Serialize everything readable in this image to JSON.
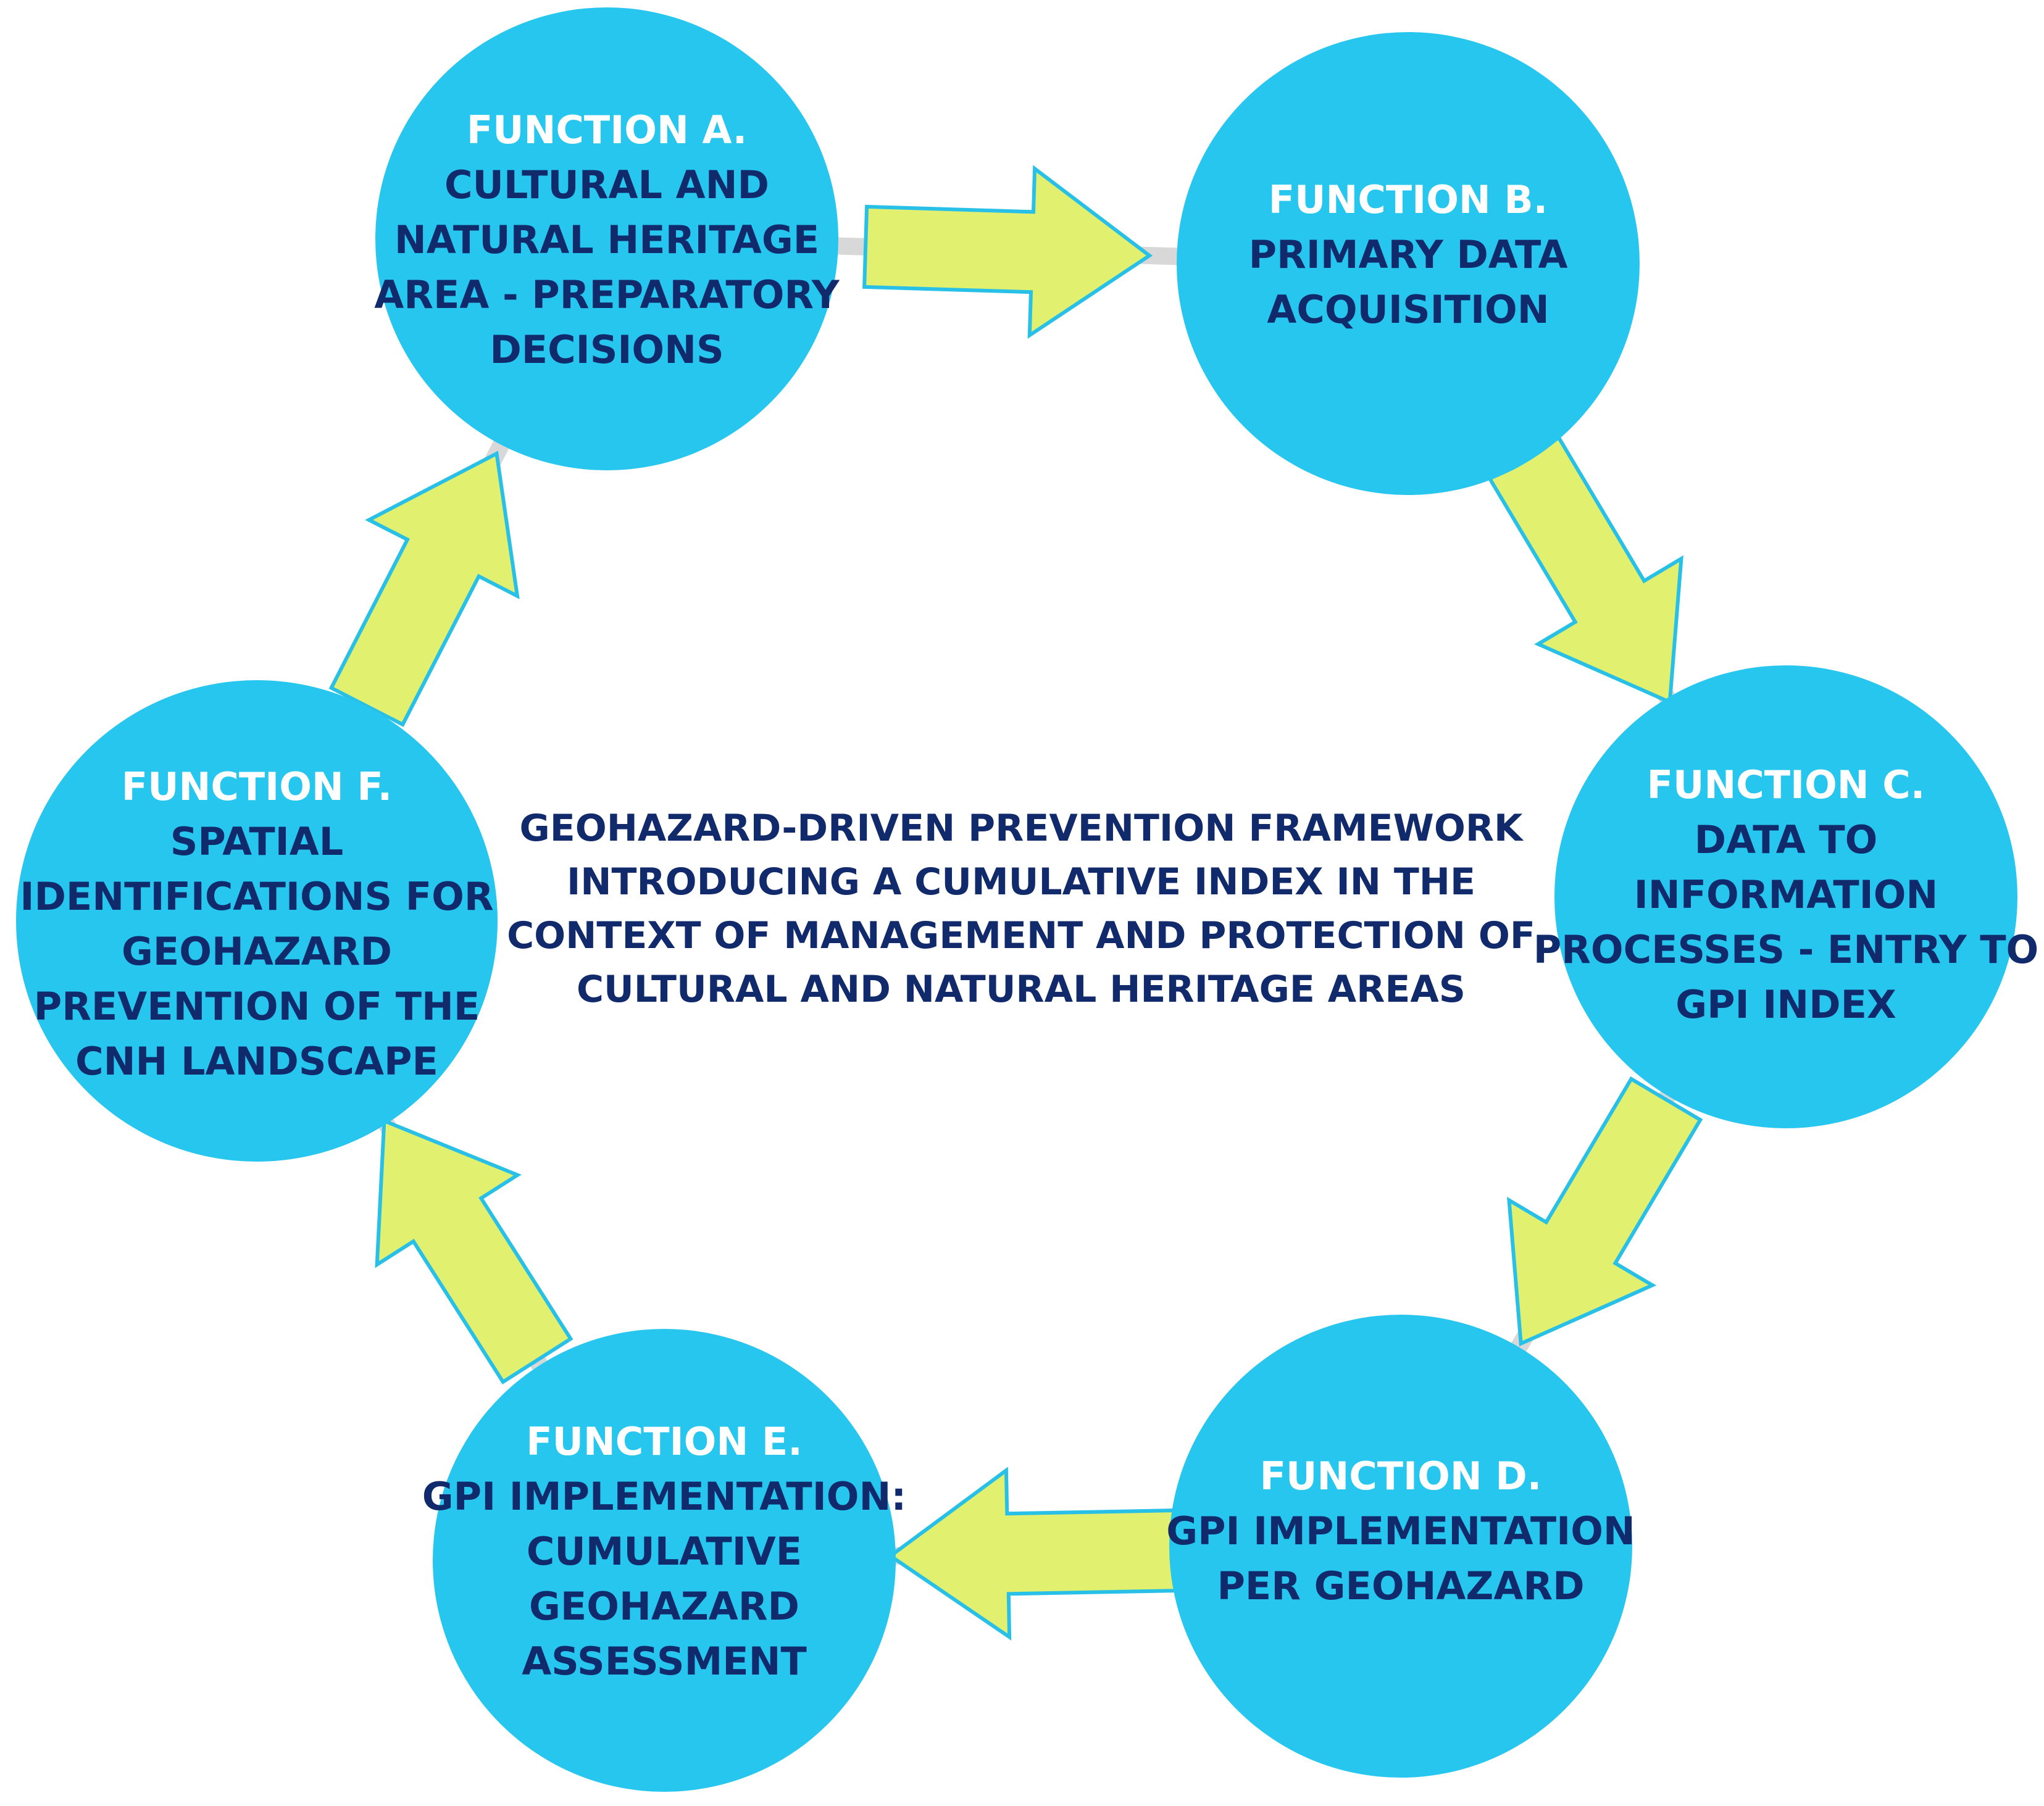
{
  "center": {
    "lines": [
      "GEOHAZARD-DRIVEN PREVENTION FRAMEWORK",
      "INTRODUCING A CUMULATIVE INDEX IN THE",
      "CONTEXT OF MANAGEMENT AND PROTECTION OF",
      "CULTURAL AND NATURAL HERITAGE AREAS"
    ]
  },
  "functions": [
    {
      "id": "a",
      "title": "FUNCTION A.",
      "lines": [
        "CULTURAL AND",
        "NATURAL HERITAGE",
        "AREA - PREPARATORY",
        "DECISIONS"
      ]
    },
    {
      "id": "b",
      "title": "FUNCTION B.",
      "lines": [
        "PRIMARY DATA",
        "ACQUISITION"
      ]
    },
    {
      "id": "c",
      "title": "FUNCTION C.",
      "lines": [
        "DATA TO",
        "INFORMATION",
        "PROCESSES - ENTRY TO",
        "GPI INDEX"
      ]
    },
    {
      "id": "d",
      "title": "FUNCTION D.",
      "lines": [
        "GPI IMPLEMENTATION",
        "PER GEOHAZARD"
      ]
    },
    {
      "id": "e",
      "title": "FUNCTION E.",
      "lines": [
        "GPI IMPLEMENTATION:",
        "CUMULATIVE",
        "GEOHAZARD",
        "ASSESSMENT"
      ]
    },
    {
      "id": "f",
      "title": "FUNCTION F.",
      "lines": [
        "SPATIAL",
        "IDENTIFICATIONS FOR",
        "GEOHAZARD",
        "PREVENTION OF THE",
        "CNH LANDSCAPE"
      ]
    }
  ],
  "arrows": [
    {
      "from": "a",
      "to": "b"
    },
    {
      "from": "b",
      "to": "c"
    },
    {
      "from": "c",
      "to": "d"
    },
    {
      "from": "d",
      "to": "e"
    },
    {
      "from": "e",
      "to": "f"
    },
    {
      "from": "f",
      "to": "a"
    }
  ],
  "colors": {
    "circle": "#27c6ef",
    "title_text": "#ffffff",
    "body_text": "#112a6b",
    "arrow_fill": "#e1f06e",
    "arrow_stroke": "#29c0e8",
    "ring": "#d8d8d8"
  }
}
